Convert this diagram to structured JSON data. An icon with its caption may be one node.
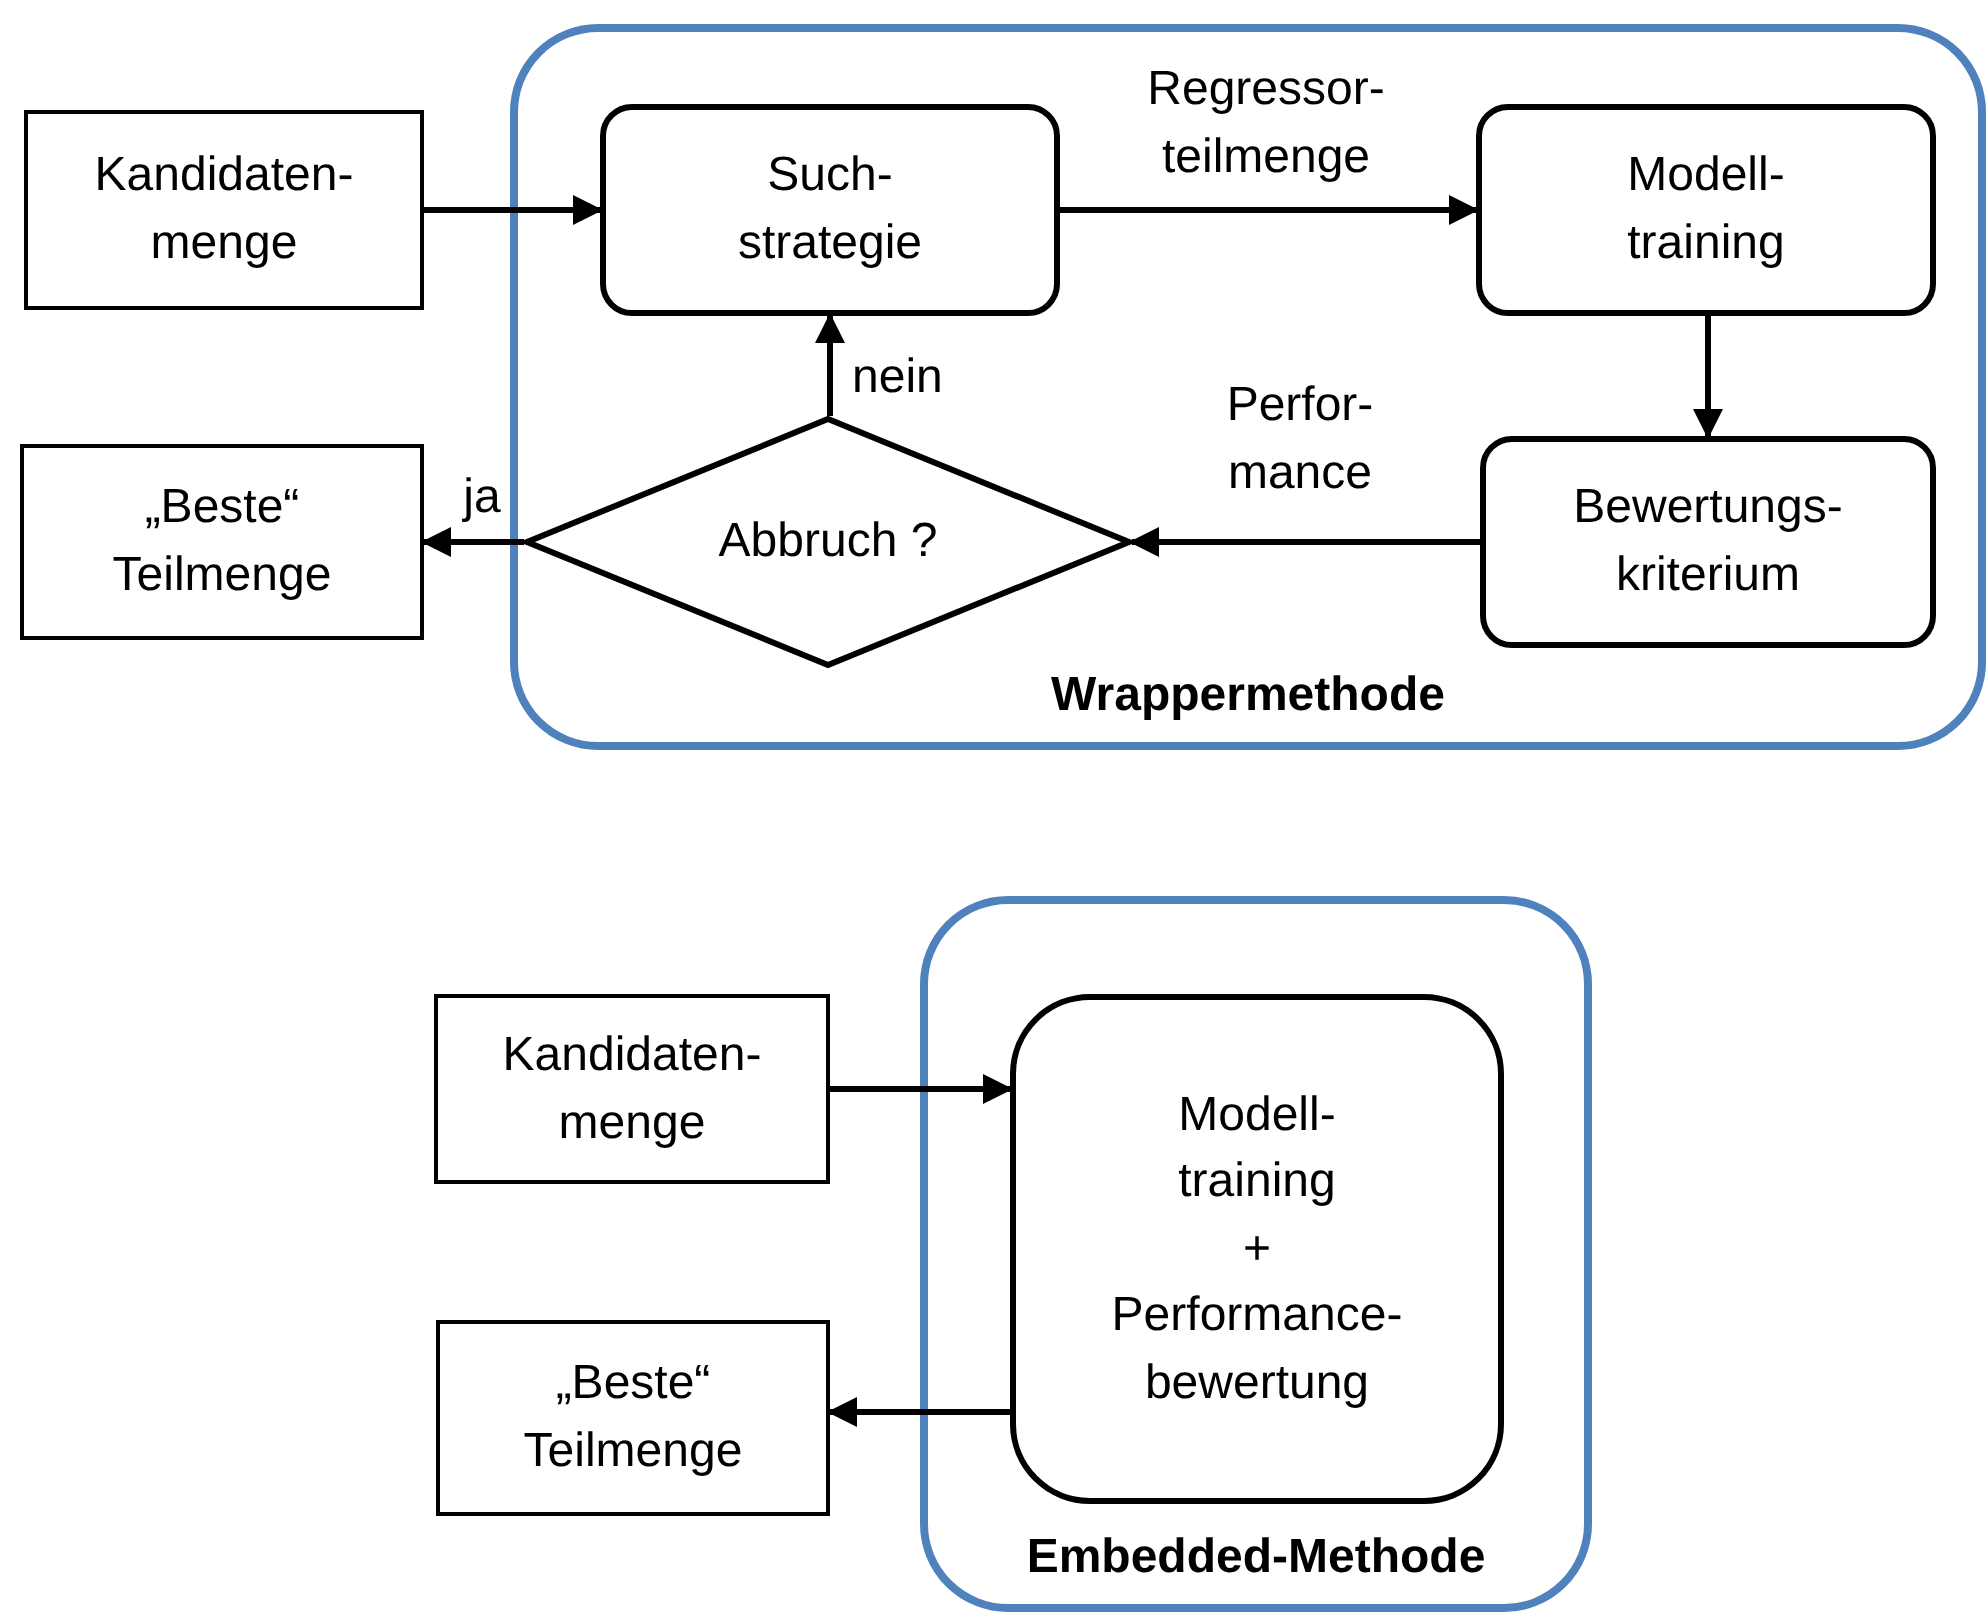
{
  "diagram": {
    "nodes": [
      {
        "text": [
          "Wrappermethode"
        ]
      },
      {
        "text": [
          "Kandidaten- menge"
        ]
      },
      {
        "text": [
          "Such- strategie"
        ],
        "in": 0
      },
      {
        "text": [
          "Modell- training"
        ],
        "in": 0
      },
      {
        "text": [
          "Bewertungs- kriterium"
        ],
        "in": 0
      },
      {
        "text": [
          "Abbruch ?"
        ],
        "in": 0
      },
      {
        "text": [
          "„Beste“ Teilmenge"
        ]
      },
      {
        "text": [
          "Embedded-Methode"
        ]
      },
      {
        "text": [
          "Kandidaten- menge"
        ]
      },
      {
        "text": [
          "Modell- training",
          "+",
          "Performance- bewertung"
        ],
        "in": 7
      },
      {
        "text": [
          "„Beste“ Teilmenge"
        ]
      }
    ],
    "edges": [
      {
        "from": 1,
        "to": 2,
        "arrow": "to"
      },
      {
        "from": 2,
        "to": 3,
        "arrow": "to",
        "label": "Regressor- teilmenge"
      },
      {
        "from": 3,
        "to": 4,
        "arrow": "to"
      },
      {
        "from": 4,
        "to": 5,
        "arrow": "to",
        "label": "Perfor- mance"
      },
      {
        "from": 5,
        "to": 2,
        "arrow": "to",
        "label": "nein"
      },
      {
        "from": 5,
        "to": 6,
        "arrow": "to",
        "label": "ja"
      },
      {
        "from": 8,
        "to": 9,
        "arrow": "to"
      },
      {
        "from": 9,
        "to": 10,
        "arrow": "to"
      }
    ]
  }
}
